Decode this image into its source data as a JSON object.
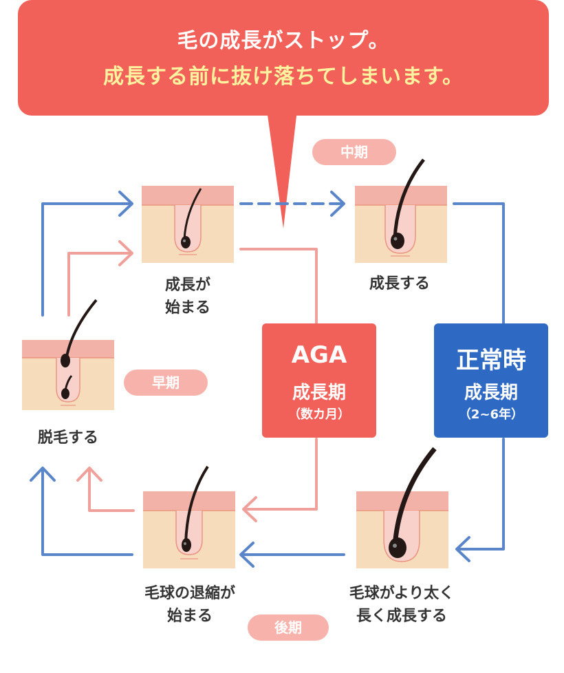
{
  "banner": {
    "line1": "毛の成長がストップ。",
    "line2": "成長する前に抜け落ちてしまいます。"
  },
  "phases": {
    "middle": "中期",
    "early": "早期",
    "late": "後期"
  },
  "stages": {
    "growth_start": [
      "成長が",
      "始まる"
    ],
    "growth": "成長する",
    "shedding": "脱毛する",
    "bulb_shrink": [
      "毛球の退縮が",
      "始まる"
    ],
    "thicker": [
      "毛球がより太く",
      "長く成長する"
    ]
  },
  "aga_box": {
    "title": "AGA",
    "subtitle": "成長期",
    "duration": "（数カ月）"
  },
  "normal_box": {
    "title": "正常時",
    "subtitle": "成長期",
    "duration": "（2~6年）"
  },
  "colors": {
    "banner": "#f2605a",
    "banner_highlight": "#fff3a0",
    "aga": "#f2605a",
    "normal": "#2e69c4",
    "blue_arrow": "#5b85c9",
    "pink_arrow": "#f0a09a",
    "pill": "#f7b3ab",
    "skin_top": "#f3b2a8",
    "skin_body": "#f7dcbc",
    "hair": "#231815"
  }
}
